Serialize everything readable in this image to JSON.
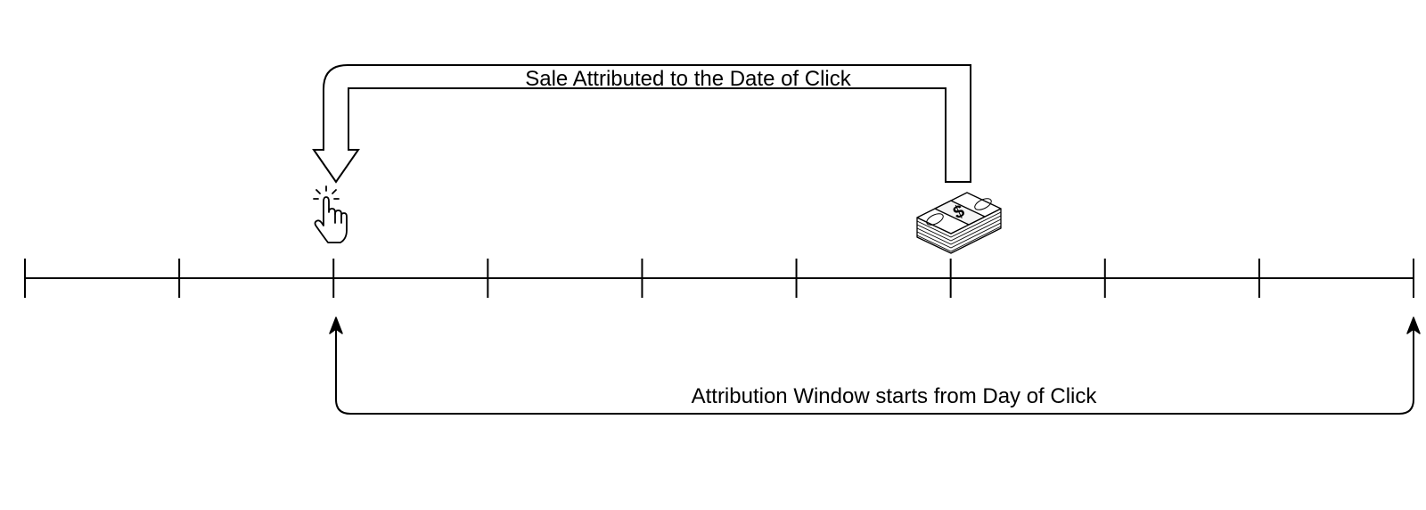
{
  "diagram": {
    "top_label": "Sale Attributed to the Date of Click",
    "bottom_label": "Attribution Window starts from Day of Click",
    "timeline_tick_count": 10,
    "click_tick_index": 2,
    "sale_tick_index": 6,
    "window_end_tick_index": 9,
    "click_icon": "pointing-hand-click-icon",
    "sale_icon": "money-stack-icon",
    "line_color": "#000000",
    "background_color": "#ffffff"
  }
}
